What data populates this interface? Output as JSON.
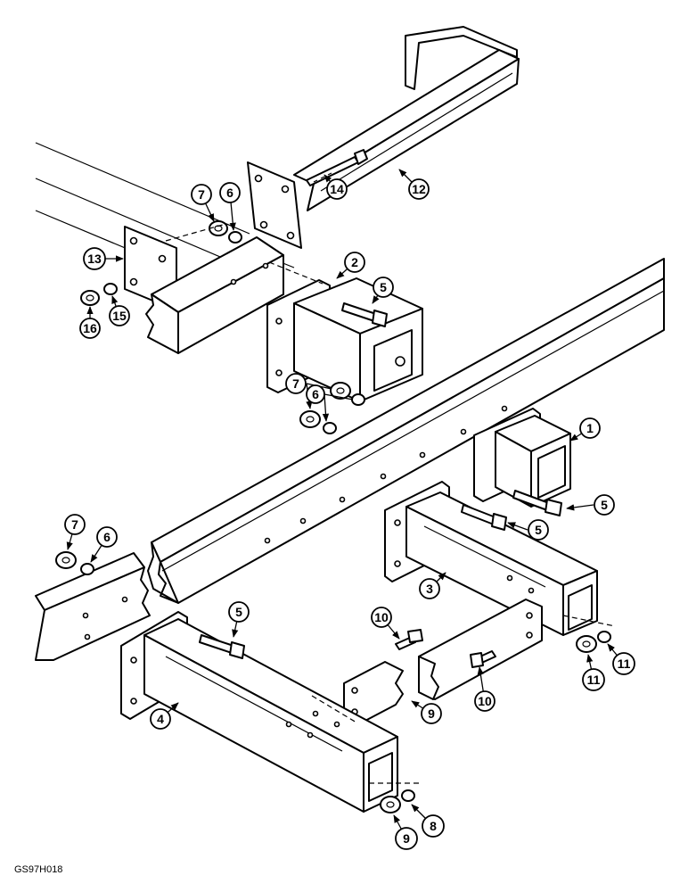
{
  "drawing_code": "GS97H018",
  "callouts": [
    {
      "id": "c1",
      "label": "1"
    },
    {
      "id": "c2",
      "label": "2"
    },
    {
      "id": "c3",
      "label": "3"
    },
    {
      "id": "c4",
      "label": "4"
    },
    {
      "id": "c5a",
      "label": "5"
    },
    {
      "id": "c5b",
      "label": "5"
    },
    {
      "id": "c5c",
      "label": "5"
    },
    {
      "id": "c5d",
      "label": "5"
    },
    {
      "id": "c6a",
      "label": "6"
    },
    {
      "id": "c6b",
      "label": "6"
    },
    {
      "id": "c6c",
      "label": "6"
    },
    {
      "id": "c7a",
      "label": "7"
    },
    {
      "id": "c7b",
      "label": "7"
    },
    {
      "id": "c7c",
      "label": "7"
    },
    {
      "id": "c8",
      "label": "8"
    },
    {
      "id": "c9a",
      "label": "9"
    },
    {
      "id": "c9b",
      "label": "9"
    },
    {
      "id": "c10a",
      "label": "10"
    },
    {
      "id": "c10b",
      "label": "10"
    },
    {
      "id": "c11a",
      "label": "11"
    },
    {
      "id": "c11b",
      "label": "11"
    },
    {
      "id": "c12",
      "label": "12"
    },
    {
      "id": "c13",
      "label": "13"
    },
    {
      "id": "c14",
      "label": "14"
    },
    {
      "id": "c15",
      "label": "15"
    },
    {
      "id": "c16",
      "label": "16"
    }
  ]
}
